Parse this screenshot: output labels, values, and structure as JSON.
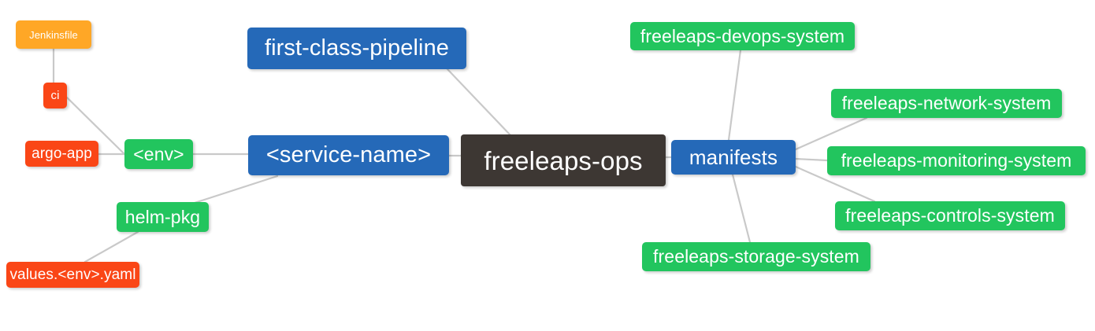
{
  "diagram": {
    "type": "mindmap",
    "title": "freeleaps-ops",
    "background": "#ffffff",
    "edge_color": "#c9c9c9",
    "palette": {
      "root": "#3d3733",
      "blue": "#2569b8",
      "green": "#22c55e",
      "orange": "#ffa726",
      "red": "#fa4616"
    }
  },
  "nodes": {
    "root": {
      "label": "freeleaps-ops",
      "color": "#3d3733"
    },
    "first_class_pipeline": {
      "label": "first-class-pipeline",
      "color": "#2569b8"
    },
    "service_name": {
      "label": "<service-name>",
      "color": "#2569b8"
    },
    "manifests": {
      "label": "manifests",
      "color": "#2569b8"
    },
    "env": {
      "label": "<env>",
      "color": "#22c55e"
    },
    "helm_pkg": {
      "label": "helm-pkg",
      "color": "#22c55e"
    },
    "ci": {
      "label": "ci",
      "color": "#fa4616"
    },
    "jenkinsfile": {
      "label": "Jenkinsfile",
      "color": "#ffa726"
    },
    "argo_app": {
      "label": "argo-app",
      "color": "#fa4616"
    },
    "values_yaml": {
      "label": "values.<env>.yaml",
      "color": "#fa4616"
    },
    "devops_system": {
      "label": "freeleaps-devops-system",
      "color": "#22c55e"
    },
    "network_system": {
      "label": "freeleaps-network-system",
      "color": "#22c55e"
    },
    "monitoring_system": {
      "label": "freeleaps-monitoring-system",
      "color": "#22c55e"
    },
    "controls_system": {
      "label": "freeleaps-controls-system",
      "color": "#22c55e"
    },
    "storage_system": {
      "label": "freeleaps-storage-system",
      "color": "#22c55e"
    }
  },
  "edges": [
    {
      "from": "first_class_pipeline",
      "to": "root"
    },
    {
      "from": "service_name",
      "to": "root"
    },
    {
      "from": "manifests",
      "to": "root"
    },
    {
      "from": "env",
      "to": "service_name"
    },
    {
      "from": "helm_pkg",
      "to": "service_name"
    },
    {
      "from": "ci",
      "to": "env"
    },
    {
      "from": "jenkinsfile",
      "to": "ci"
    },
    {
      "from": "argo_app",
      "to": "env"
    },
    {
      "from": "values_yaml",
      "to": "helm_pkg"
    },
    {
      "from": "manifests",
      "to": "devops_system"
    },
    {
      "from": "manifests",
      "to": "network_system"
    },
    {
      "from": "manifests",
      "to": "monitoring_system"
    },
    {
      "from": "manifests",
      "to": "controls_system"
    },
    {
      "from": "manifests",
      "to": "storage_system"
    }
  ]
}
